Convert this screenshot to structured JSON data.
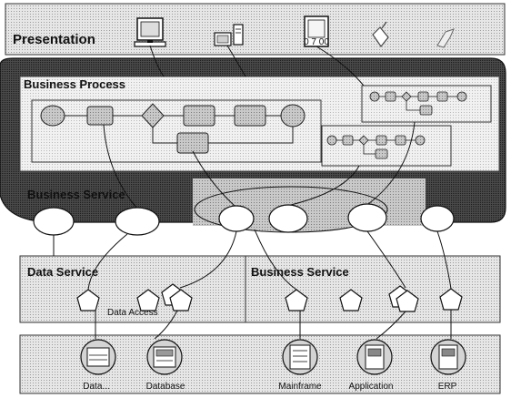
{
  "layers": {
    "presentation": "Presentation",
    "business_process": "Business Process",
    "business_service_top": "Business Service",
    "data_service": "Data Service",
    "business_service_bottom": "Business Service"
  },
  "annotations": {
    "data_access": "Data Access"
  },
  "devices": {
    "pda_text": "0 7 00"
  },
  "backends": [
    {
      "label": "Data...",
      "icon": "printer-icon"
    },
    {
      "label": "Database",
      "icon": "database-icon"
    },
    {
      "label": "Mainframe",
      "icon": "mainframe-icon"
    },
    {
      "label": "Application",
      "icon": "application-server-icon"
    },
    {
      "label": "ERP",
      "icon": "erp-server-icon"
    }
  ]
}
